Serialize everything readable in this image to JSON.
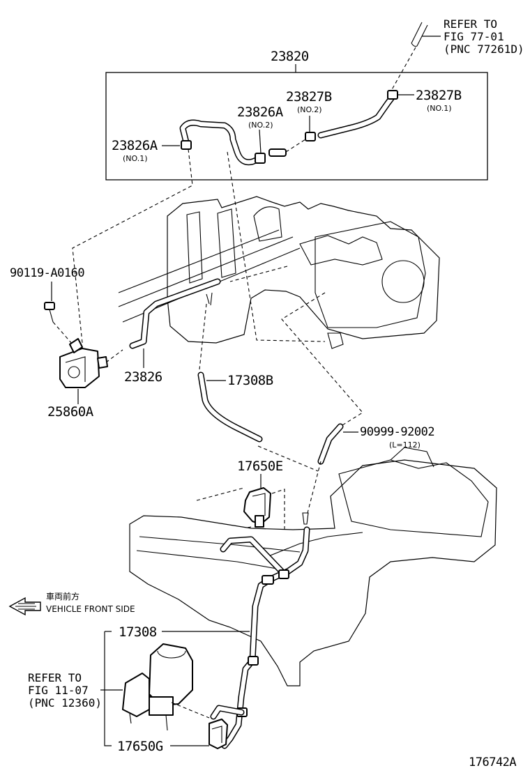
{
  "callouts": {
    "assembly": "23820",
    "refer_top": {
      "line1": "REFER TO",
      "line2": "FIG 77-01",
      "line3": "(PNC 77261D)"
    },
    "clip_b_no1": {
      "number": "23827B",
      "note": "(NO.1)"
    },
    "clip_b_no2": {
      "number": "23827B",
      "note": "(NO.2)"
    },
    "clip_a_no2": {
      "number": "23826A",
      "note": "(NO.2)"
    },
    "clip_a_no1": {
      "number": "23826A",
      "note": "(NO.1)"
    },
    "bolt": "90119-A0160",
    "hose_23826": "23826",
    "valve": "25860A",
    "hose_17308b": "17308B",
    "hose_90999": {
      "number": "90999-92002",
      "note": "(L=112)"
    },
    "vsv_e": "17650E",
    "front": {
      "jp": "車両前方",
      "en": "VEHICLE FRONT SIDE"
    },
    "hose_17308": "17308",
    "refer_bottom": {
      "line1": "REFER TO",
      "line2": "FIG 11-07",
      "line3": "(PNC 12360)"
    },
    "vsv_g": "17650G",
    "figure_id": "176742A"
  }
}
